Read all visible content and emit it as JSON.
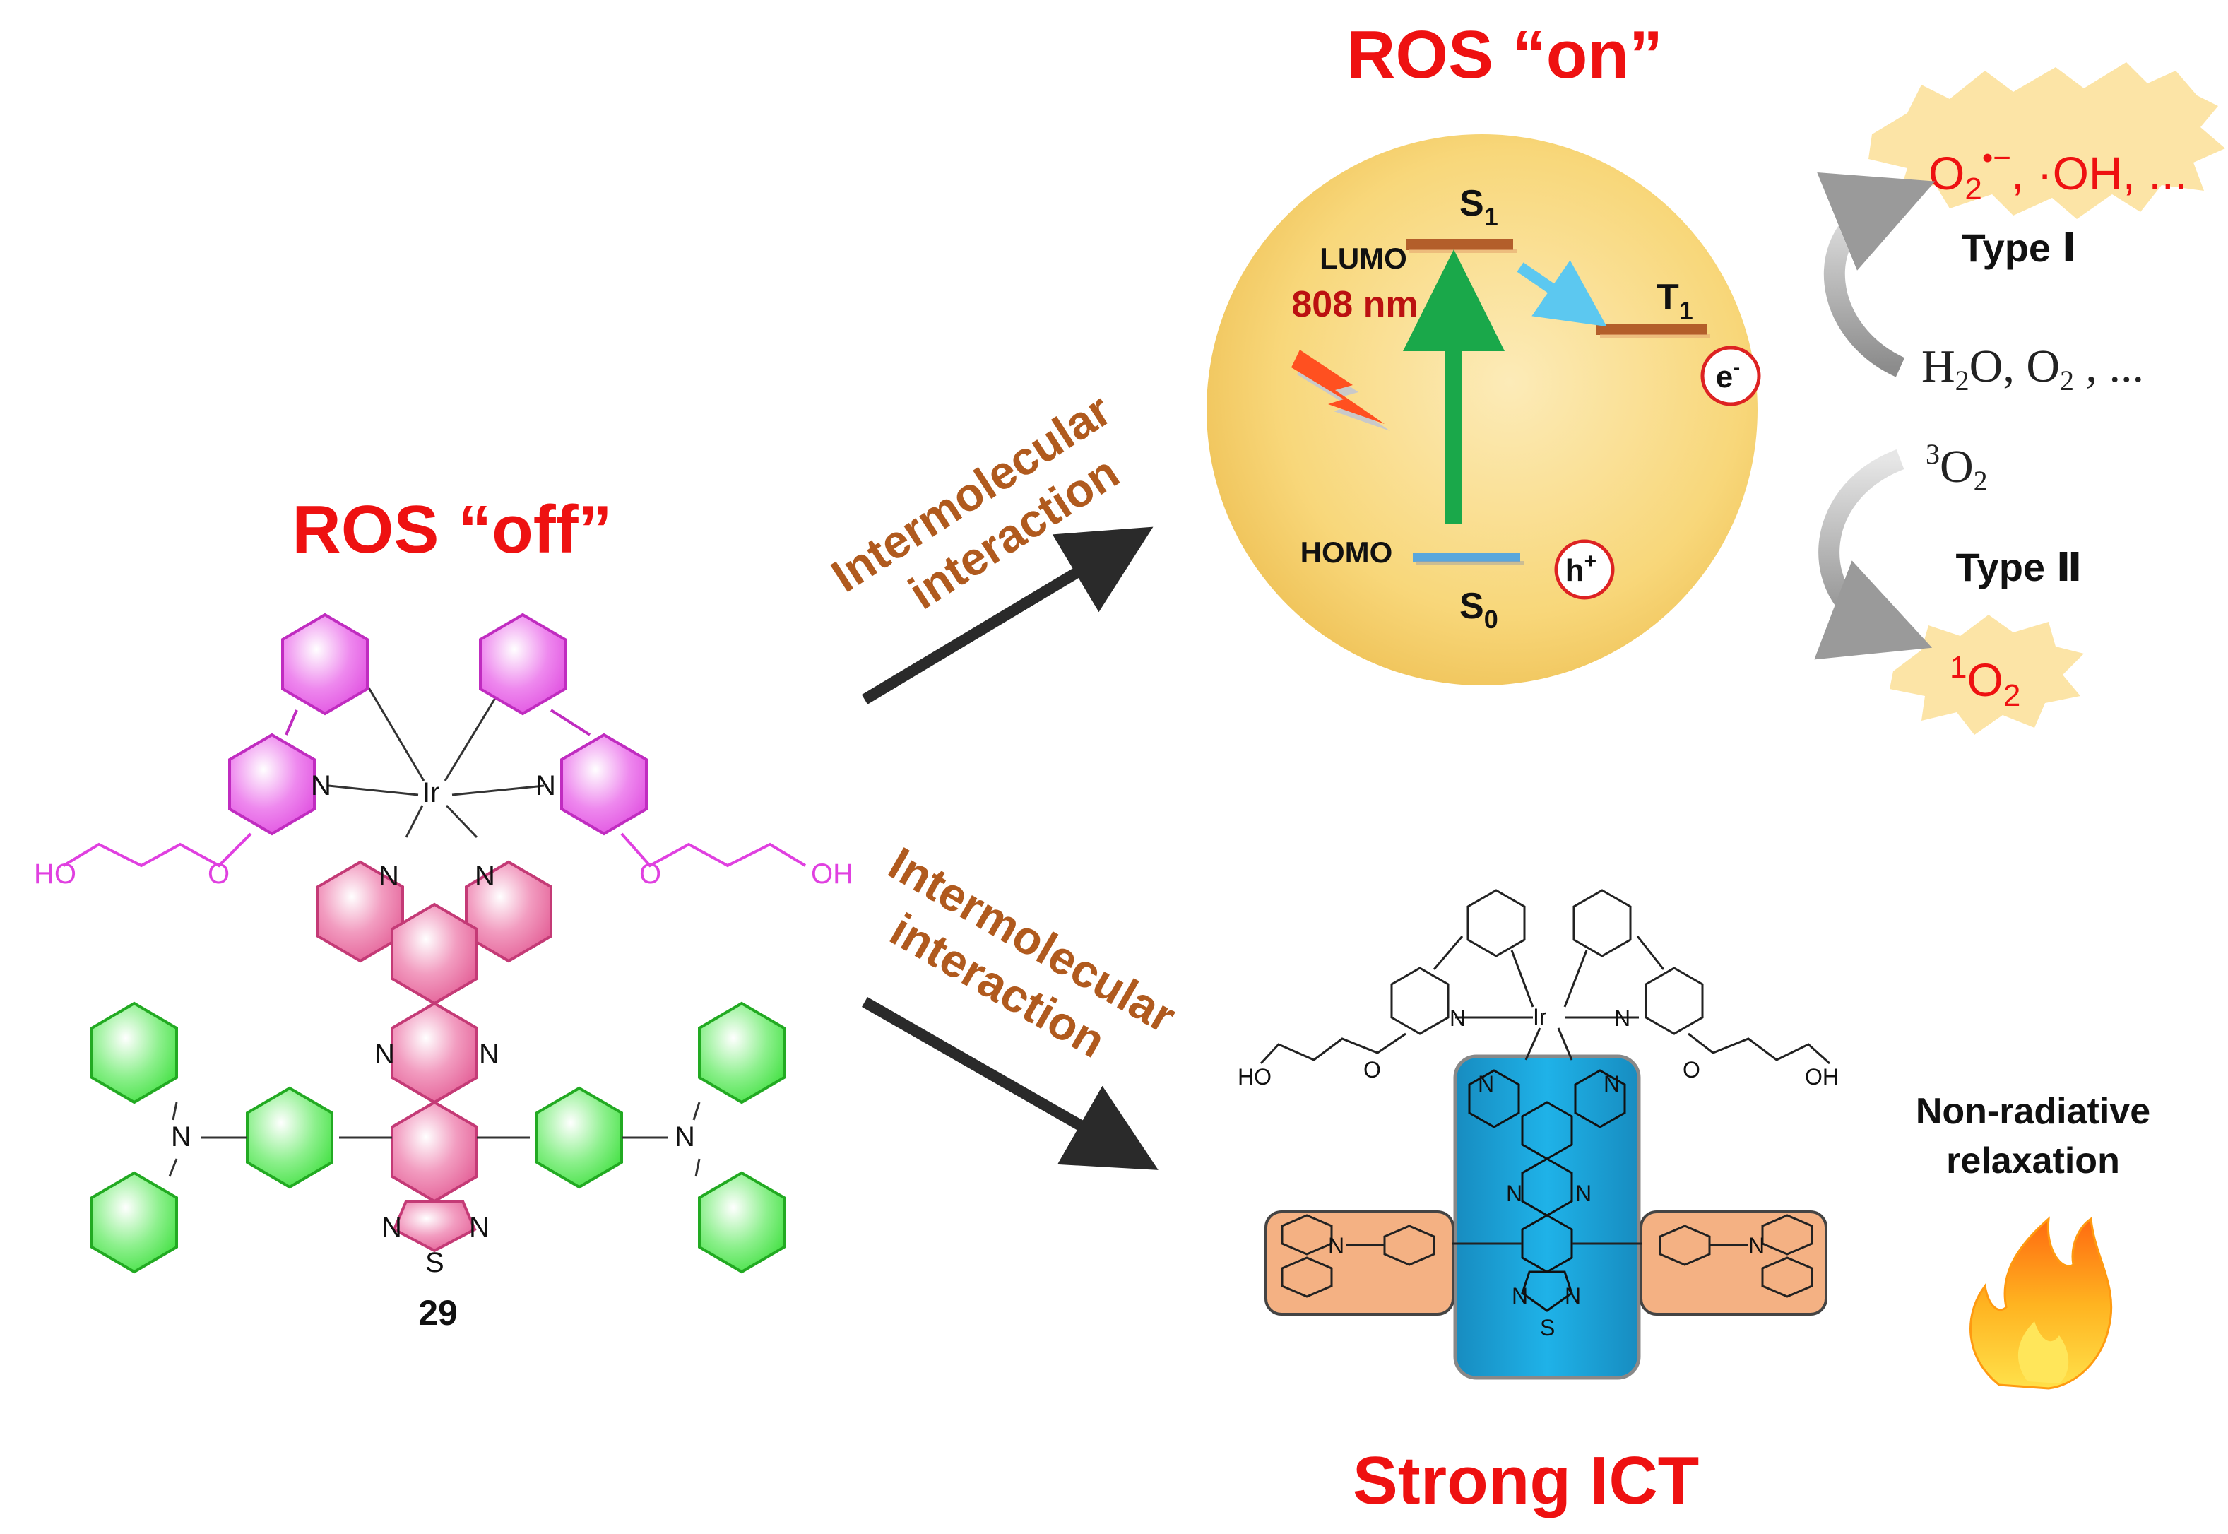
{
  "titles": {
    "ros_on": "ROS “on”",
    "ros_off": "ROS “off”",
    "strong_ict": "Strong ICT"
  },
  "compound_label": "29",
  "arrow_labels": {
    "top_line1": "Intermolecular",
    "top_line2": "interaction",
    "bottom_line1": "Intermolecular",
    "bottom_line2": "interaction"
  },
  "energy_diagram": {
    "lumo": "LUMO",
    "homo": "HOMO",
    "wavelength": "808 nm",
    "s1": "S",
    "s1_sub": "1",
    "s0": "S",
    "s0_sub": "0",
    "t1": "T",
    "t1_sub": "1",
    "electron": "e",
    "electron_sup": "-",
    "hole": "h",
    "hole_sup": "+"
  },
  "type_one": {
    "product": "O",
    "product_sub": "2",
    "product_sup": "•−",
    "product_rest": ", ·OH, ...",
    "label": "Type Ⅰ",
    "reactants": "H",
    "reactants_sub": "2",
    "reactants_mid": "O, O",
    "reactants_sub2": "2",
    "reactants_rest": " ,   ..."
  },
  "type_two": {
    "reactant_sup": "3",
    "reactant": "O",
    "reactant_sub": "2",
    "label": "Type Ⅱ",
    "product_sup": "1",
    "product": "O",
    "product_sub": "2"
  },
  "relaxation": {
    "line1": "Non-radiative",
    "line2": "relaxation"
  },
  "atoms": {
    "iridium": "Ir",
    "nitrogen": "N",
    "sulfur": "S",
    "hydroxyl_left": "HO",
    "hydroxyl_right": "OH",
    "oxygen": "O"
  },
  "colors": {
    "title_red": "#ee1111",
    "label_brown": "#b05a1e",
    "magenta_ring": "#e060e0",
    "pink_core": "#e85a95",
    "green_ring": "#33dd33",
    "blue_box": "#1ba3dc",
    "orange_box": "#f4b183",
    "circle_gold": "#f6cc60"
  }
}
